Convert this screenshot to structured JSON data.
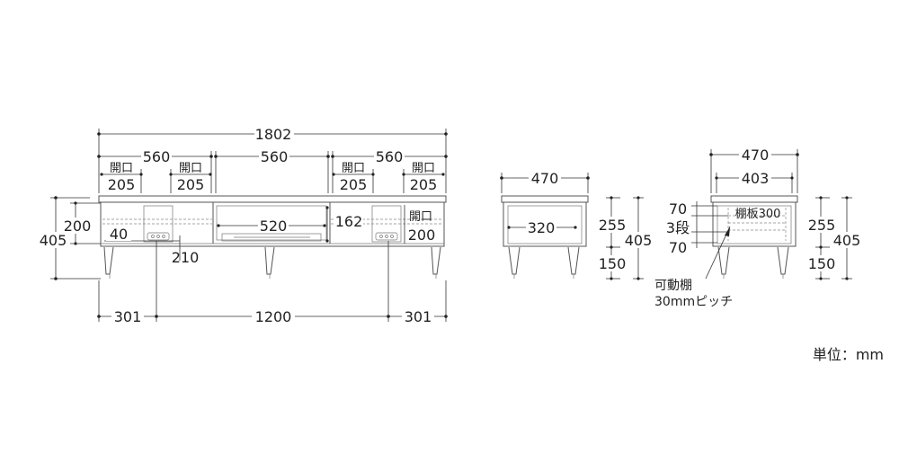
{
  "front": {
    "total_width": "1802",
    "sections_top": [
      "560",
      "560",
      "560"
    ],
    "opening_label": "開口",
    "opening_widths": [
      "205",
      "205",
      "205",
      "205"
    ],
    "inner_width": "520",
    "inner_height": "162",
    "side_opening_height": "200",
    "cable_hole": "40",
    "height_total": "405",
    "height_upper": "200",
    "shelf_depth": "210",
    "bottom_left": "301",
    "bottom_center": "1200",
    "bottom_right": "301"
  },
  "side": {
    "width": "470",
    "inner": "320",
    "height_body": "255",
    "height_total": "405",
    "height_leg": "150"
  },
  "section": {
    "width": "470",
    "inner": "403",
    "shelf_pitch_top": "70",
    "shelf_steps": "3段",
    "shelf_pitch_bottom": "70",
    "shelf_label": "棚板300",
    "height_body": "255",
    "height_total": "405",
    "height_leg": "150",
    "note_line1": "可動棚",
    "note_line2": "30mmピッチ"
  },
  "unit_label": "単位：mm"
}
